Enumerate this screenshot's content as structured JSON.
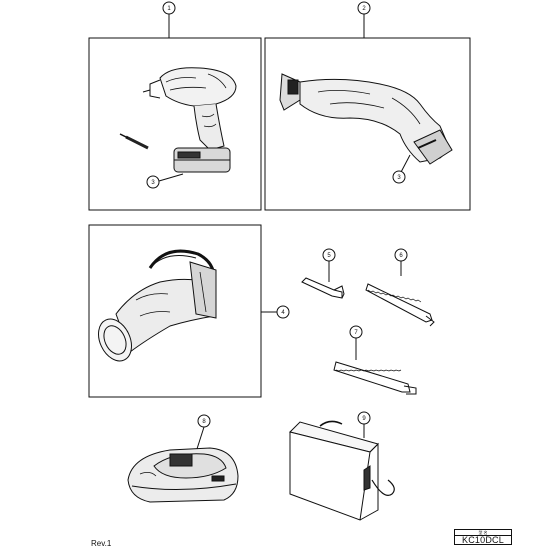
{
  "callouts": [
    "1",
    "2",
    "3",
    "3",
    "4",
    "5",
    "6",
    "7",
    "8",
    "9"
  ],
  "footer": {
    "revision": "Rev.1",
    "box_header": "型 名",
    "model_code": "KC10DCL"
  },
  "colors": {
    "line": "#111111",
    "background": "#ffffff"
  }
}
